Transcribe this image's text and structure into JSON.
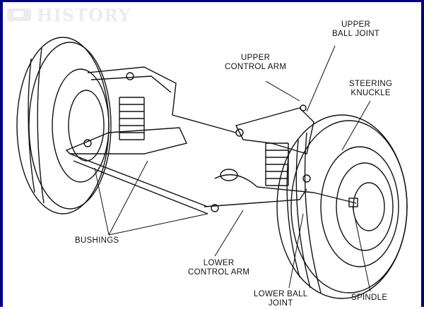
{
  "watermark": "HISTORY",
  "labels": {
    "upper_ball_joint": [
      "UPPER",
      "BALL JOINT"
    ],
    "upper_control_arm": [
      "UPPER",
      "CONTROL ARM"
    ],
    "steering_knuckle": [
      "STEERING",
      "KNUCKLE"
    ],
    "bushings": "BUSHINGS",
    "lower_control_arm": [
      "LOWER",
      "CONTROL ARM"
    ],
    "lower_ball_joint": [
      "LOWER BALL",
      "JOINT"
    ],
    "spindle": "SPINDLE"
  },
  "colors": {
    "frame": "#000080",
    "ink": "#111111",
    "watermark": "#ececec"
  }
}
